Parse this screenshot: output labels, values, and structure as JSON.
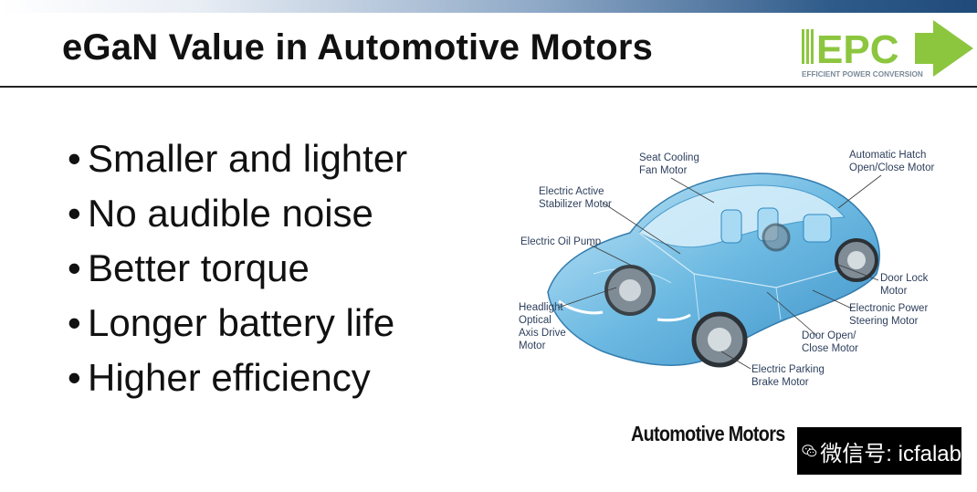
{
  "slide": {
    "title": "eGaN Value in Automotive Motors",
    "bullet_char": "•",
    "bullets": [
      "Smaller and lighter",
      "No audible noise",
      "Better torque",
      "Longer battery life",
      "Higher efficiency"
    ]
  },
  "logo": {
    "text": "EPC",
    "tagline": "EFFICIENT POWER CONVERSION",
    "color": "#8cc63f"
  },
  "figure": {
    "labels": {
      "seat_cooling": [
        "Seat Cooling",
        "Fan Motor"
      ],
      "hatch": [
        "Automatic Hatch",
        "Open/Close Motor"
      ],
      "stabilizer": [
        "Electric Active",
        "Stabilizer Motor"
      ],
      "oil_pump": [
        "Electric Oil Pump"
      ],
      "door_lock": [
        "Door Lock",
        "Motor"
      ],
      "steering": [
        "Electronic Power",
        "Steering Motor"
      ],
      "headlight": [
        "Headlight",
        "Optical",
        "Axis Drive",
        "Motor"
      ],
      "door_open": [
        "Door Open/",
        "Close Motor"
      ],
      "parking": [
        "Electric Parking",
        "Brake Motor"
      ]
    },
    "caption": "Automotive Motors",
    "car_color": "#4aa6d8"
  },
  "watermark": {
    "text": "微信号: icfalab"
  }
}
